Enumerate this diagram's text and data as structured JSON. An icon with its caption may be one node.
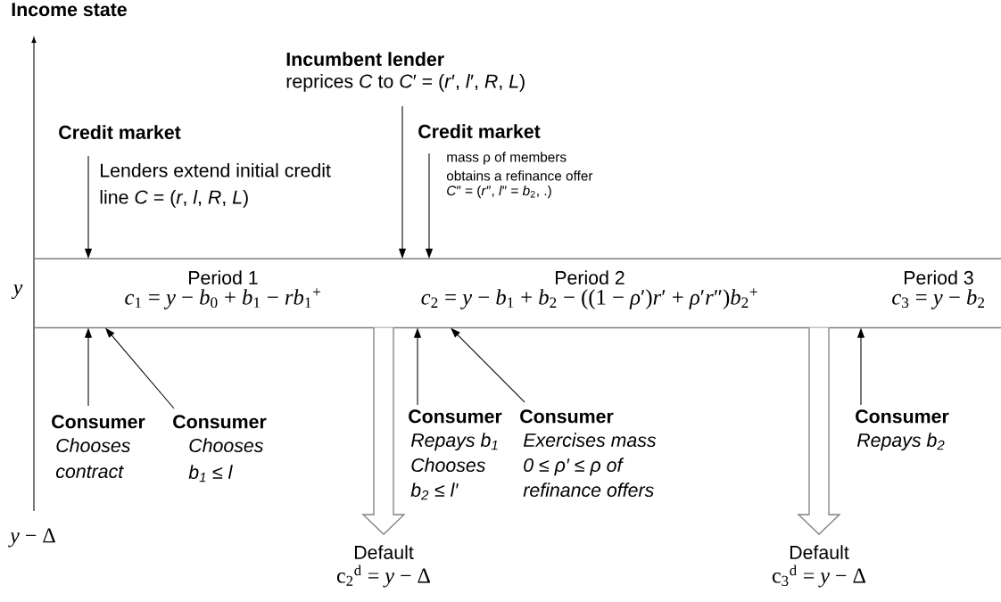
{
  "diagram": {
    "nodes": [
      {
        "text": [],
        "shape": "bar"
      },
      {
        "text": [
          "Period 1",
          "*c*$_{1}$ = *y* − *b*$_{0}$ + *b*$_{1}$ − *rb*$_{1}$$^{+}$"
        ],
        "in": 0
      },
      {
        "text": [
          "Period 2",
          "*c*$_{2}$ = *y* − *b*$_{1}$ + *b*$_{2}$ − ((1 − *ρ*′)*r*′ + *ρ*′*r*″)*b*$_{2}$$^{+}$"
        ],
        "in": 0
      },
      {
        "text": [
          "Period 3",
          "*c*$_{3}$ = *y* − *b*$_{2}$"
        ],
        "in": 0
      },
      {
        "text": [
          "Credit market",
          "Lenders extend initial credit line *C* = (*r*, *l*, *R*, *L*)"
        ]
      },
      {
        "text": [
          "Incumbent lender",
          "reprices *C* to *C*′ = (*r*′, *l*′, *R*, *L*)"
        ]
      },
      {
        "text": [
          "Credit market",
          "mass ρ of members obtains a refinance offer",
          "*C*″ = (*r*″, *l*″ = *b*$_{2}$, .)"
        ]
      },
      {
        "text": [
          "Consumer",
          "Chooses contract"
        ]
      },
      {
        "text": [
          "Consumer",
          "Chooses b$_{1}$ ≤ l"
        ]
      },
      {
        "text": [
          "Consumer",
          "Repays b$_{1}$ Chooses b$_{2}$ ≤ l′"
        ]
      },
      {
        "text": [
          "Consumer",
          "Exercises mass 0 ≤ ρ′ ≤ ρ of refinance offers"
        ]
      },
      {
        "text": [
          "Consumer",
          "Repays b$_{2}$"
        ]
      },
      {
        "text": [
          "Default",
          "c$_{2}$$^{d}$ = *y* − Δ"
        ]
      },
      {
        "text": [
          "Default",
          "c$_{3}$$^{d}$ = *y* − Δ"
        ]
      }
    ],
    "edges": [
      {
        "from": 4,
        "to": 0,
        "arrow": "to"
      },
      {
        "from": 5,
        "to": 0,
        "arrow": "to"
      },
      {
        "from": 6,
        "to": 0,
        "arrow": "to"
      },
      {
        "from": 7,
        "to": 0,
        "arrow": "to"
      },
      {
        "from": 8,
        "to": 0,
        "arrow": "to"
      },
      {
        "from": 9,
        "to": 0,
        "arrow": "to"
      },
      {
        "from": 10,
        "to": 0,
        "arrow": "to"
      },
      {
        "from": 11,
        "to": 0,
        "arrow": "to"
      },
      {
        "from": 0,
        "to": 12,
        "arrow": "to",
        "style": "thick"
      },
      {
        "from": 0,
        "to": 13,
        "arrow": "to",
        "style": "thick"
      }
    ],
    "labels": [
      "Income state",
      "y",
      "*y* − Δ"
    ]
  }
}
